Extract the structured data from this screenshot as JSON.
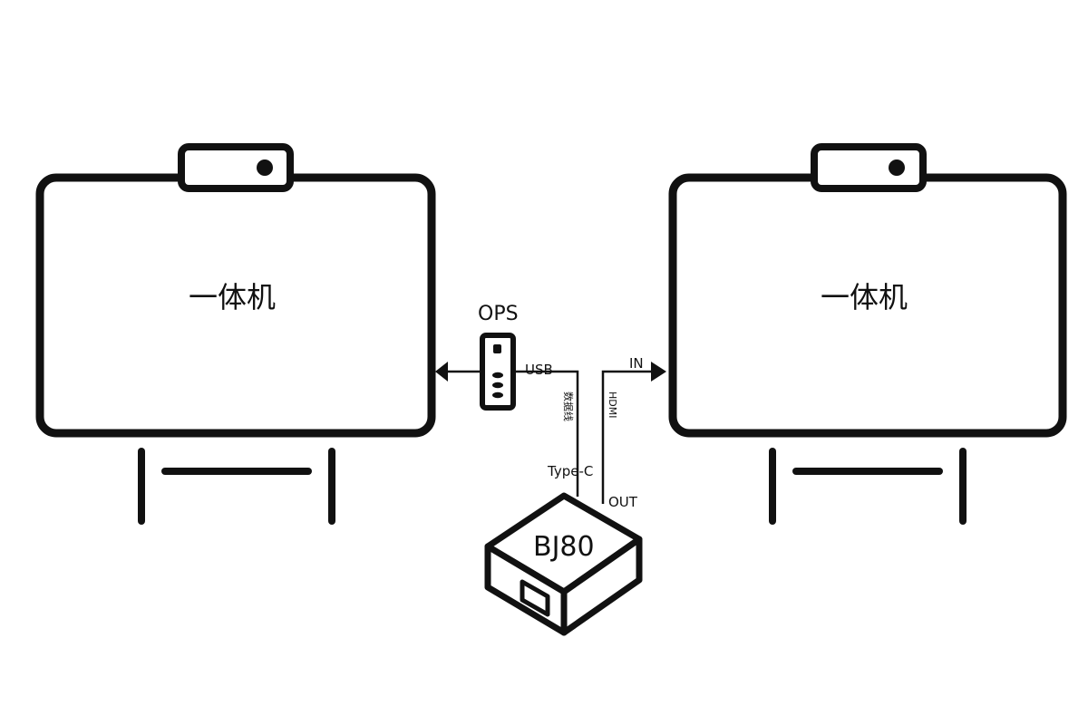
{
  "devices": {
    "left_display": {
      "label": "一体机"
    },
    "right_display": {
      "label": "一体机"
    },
    "ops_module": {
      "label": "OPS"
    },
    "box": {
      "label": "BJ80"
    }
  },
  "ports": {
    "usb": "USB",
    "in": "IN",
    "type_c": "Type-C",
    "out": "OUT"
  },
  "cables": {
    "data_cable": "数据线",
    "hdmi": "HDMI"
  },
  "colors": {
    "stroke": "#111111",
    "background": "#ffffff"
  }
}
